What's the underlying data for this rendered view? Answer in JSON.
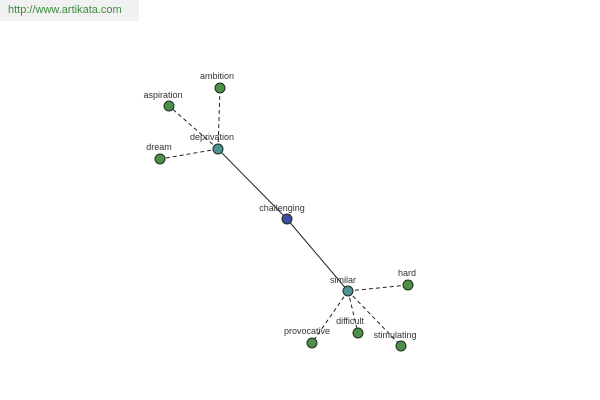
{
  "site_link": {
    "text": "http://www.artikata.com",
    "color": "#3e8a3e"
  },
  "graph": {
    "center": "challenging",
    "colors": {
      "center": "#3d4ea3",
      "hub": "#4e9291",
      "leaf": "#4e8f4a"
    },
    "nodes": [
      {
        "id": "challenging",
        "label": "challenging",
        "kind": "center"
      },
      {
        "id": "deprivation",
        "label": "deprivation",
        "kind": "hub"
      },
      {
        "id": "similar",
        "label": "similar",
        "kind": "hub"
      },
      {
        "id": "ambition",
        "label": "ambition",
        "kind": "leaf"
      },
      {
        "id": "aspiration",
        "label": "aspiration",
        "kind": "leaf"
      },
      {
        "id": "dream",
        "label": "dream",
        "kind": "leaf"
      },
      {
        "id": "hard",
        "label": "hard",
        "kind": "leaf"
      },
      {
        "id": "difficult",
        "label": "difficult",
        "kind": "leaf"
      },
      {
        "id": "provocative",
        "label": "provocative",
        "kind": "leaf"
      },
      {
        "id": "stimulating",
        "label": "stimulating",
        "kind": "leaf"
      }
    ],
    "edges": [
      {
        "from": "challenging",
        "to": "deprivation",
        "style": "solid"
      },
      {
        "from": "challenging",
        "to": "similar",
        "style": "solid"
      },
      {
        "from": "deprivation",
        "to": "ambition",
        "style": "dashed"
      },
      {
        "from": "deprivation",
        "to": "aspiration",
        "style": "dashed"
      },
      {
        "from": "deprivation",
        "to": "dream",
        "style": "dashed"
      },
      {
        "from": "similar",
        "to": "hard",
        "style": "dashed"
      },
      {
        "from": "similar",
        "to": "difficult",
        "style": "dashed"
      },
      {
        "from": "similar",
        "to": "provocative",
        "style": "dashed"
      },
      {
        "from": "similar",
        "to": "stimulating",
        "style": "dashed"
      }
    ]
  }
}
